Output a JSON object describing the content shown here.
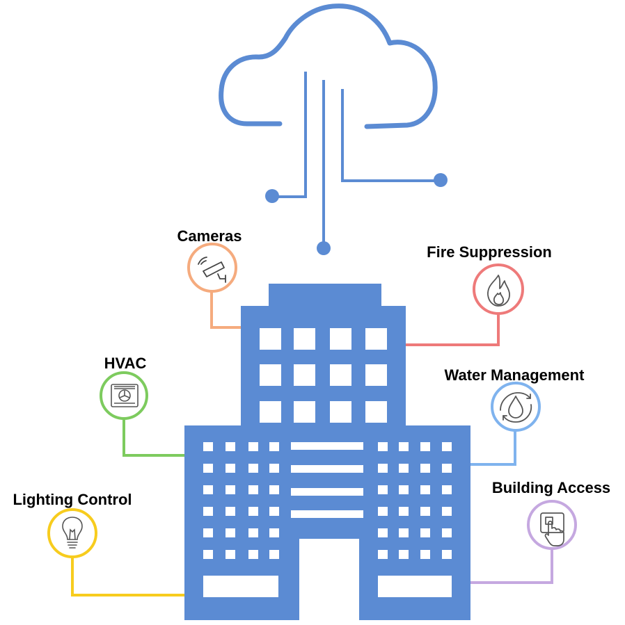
{
  "diagram": {
    "building_color": "#5b8bd3",
    "cloud_color": "#5b8bd3",
    "systems": [
      {
        "key": "cameras",
        "label": "Cameras",
        "color": "#f5ab7e",
        "icon": "security-camera-icon"
      },
      {
        "key": "hvac",
        "label": "HVAC",
        "color": "#7dcb5e",
        "icon": "air-conditioner-icon"
      },
      {
        "key": "lighting",
        "label": "Lighting Control",
        "color": "#f7cc1e",
        "icon": "light-bulb-icon"
      },
      {
        "key": "fire",
        "label": "Fire Suppression",
        "color": "#ee7a7a",
        "icon": "flame-icon"
      },
      {
        "key": "water",
        "label": "Water Management",
        "color": "#7fb3ee",
        "icon": "water-drop-cycle-icon"
      },
      {
        "key": "access",
        "label": "Building Access",
        "color": "#c5a8e0",
        "icon": "touch-panel-icon"
      }
    ]
  }
}
